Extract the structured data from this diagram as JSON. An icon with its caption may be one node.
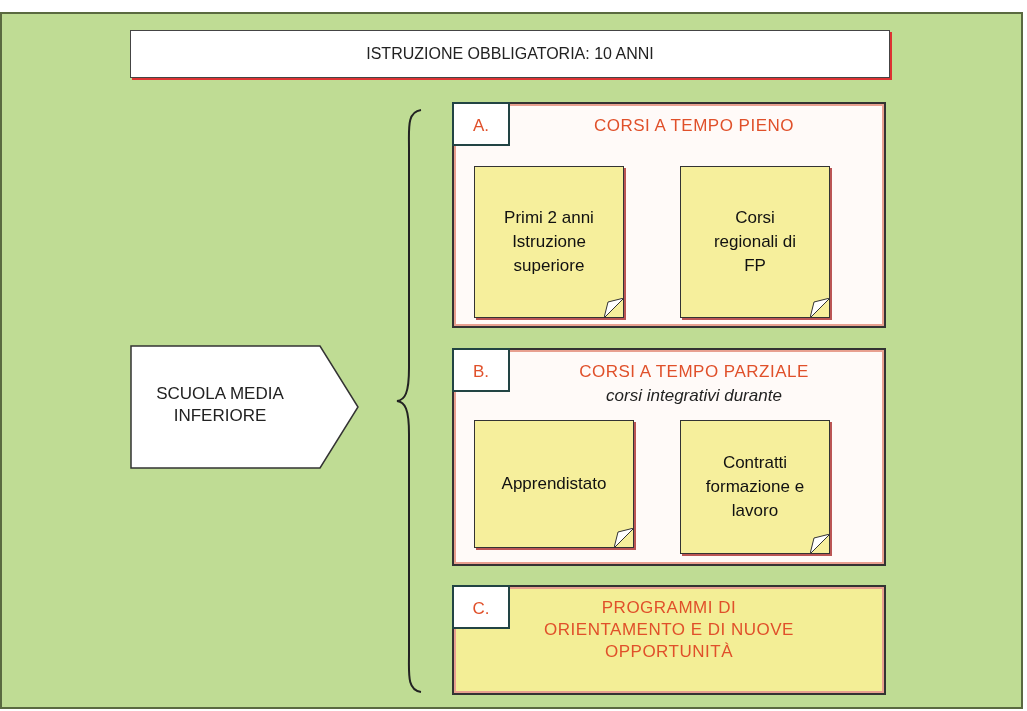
{
  "diagram": {
    "nodes": [
      {
        "text": [
          "ISTRUZIONE OBBLIGATORIA: 10 ANNI"
        ]
      },
      {
        "text": [
          "SCUOLA MEDIA INFERIORE"
        ]
      },
      {
        "text": [
          "A.",
          "CORSI A TEMPO PIENO"
        ]
      },
      {
        "text": [
          "Primi 2 anni Istruzione superiore"
        ],
        "in": 2
      },
      {
        "text": [
          "Corsi regionali di FP"
        ],
        "in": 2
      },
      {
        "text": [
          "B.",
          "CORSI A TEMPO PARZIALE",
          "corsi integrativi durante"
        ]
      },
      {
        "text": [
          "Apprendistato"
        ],
        "in": 5
      },
      {
        "text": [
          "Contratti formazione e lavoro"
        ],
        "in": 5
      },
      {
        "text": [
          "C.",
          "PROGRAMMI DI ORIENTAMENTO E DI NUOVE OPPORTUNITÀ"
        ]
      }
    ]
  }
}
